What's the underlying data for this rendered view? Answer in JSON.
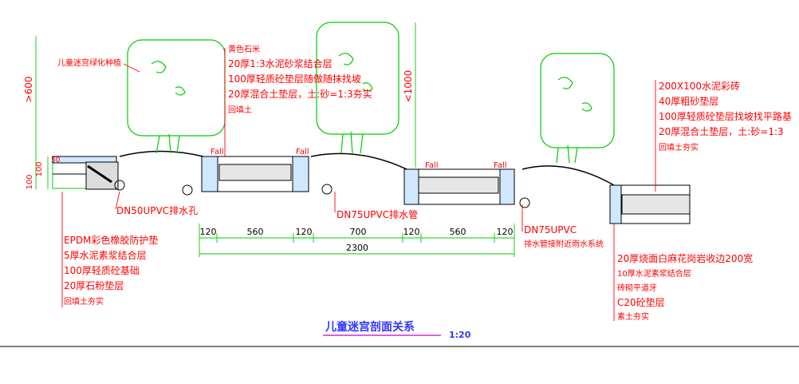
{
  "title": "儿童迷宫剖面关系",
  "scale": "1:20",
  "heights": {
    "left_tree": ">600",
    "mid_tree": "<1000",
    "left_base_a": "100",
    "left_base_b": "100",
    "left_base_c": "50"
  },
  "labels": {
    "planting": "儿童迷宫绿化种植",
    "top_mid": [
      "黄色石米",
      "20厚1:3水泥砂浆结合层",
      "100厚轻质砼垫层随做随抹找坡",
      "20厚混合土垫层，土:砂=1:3夯实",
      "回填土"
    ],
    "top_right": [
      "200X100水泥彩砖",
      "40厚粗砂垫层",
      "100厚轻质砼垫层找坡找平路基",
      "20厚混合土垫层，土:砂=1:3",
      "回填土夯实"
    ],
    "bottom_left": [
      "EPDM彩色橡胶防护垫",
      "5厚水泥素浆结合层",
      "100厚轻质砼基础",
      "20厚石粉垫层",
      "回填土夯实"
    ],
    "bottom_right": [
      "20厚烧面白麻花岗岩收边200宽",
      "10厚水泥素浆结合层",
      "砖砌平道牙",
      "C20砼垫层",
      "素土夯实"
    ],
    "pipe_left": "DN50UPVC排水孔",
    "pipe_mid": "DN75UPVC排水管",
    "pipe_right_a": "DN75UPVC",
    "pipe_right_b": "排水管接附近雨水系统",
    "fall": "Fall"
  },
  "dims": {
    "segments": [
      "120",
      "560",
      "120",
      "700",
      "120",
      "560",
      "120"
    ],
    "total": "2300"
  },
  "colors": {
    "annotation": "#ff0000",
    "linework": "#00cc00",
    "title": "#3333ff",
    "underline": "#cc00cc"
  }
}
